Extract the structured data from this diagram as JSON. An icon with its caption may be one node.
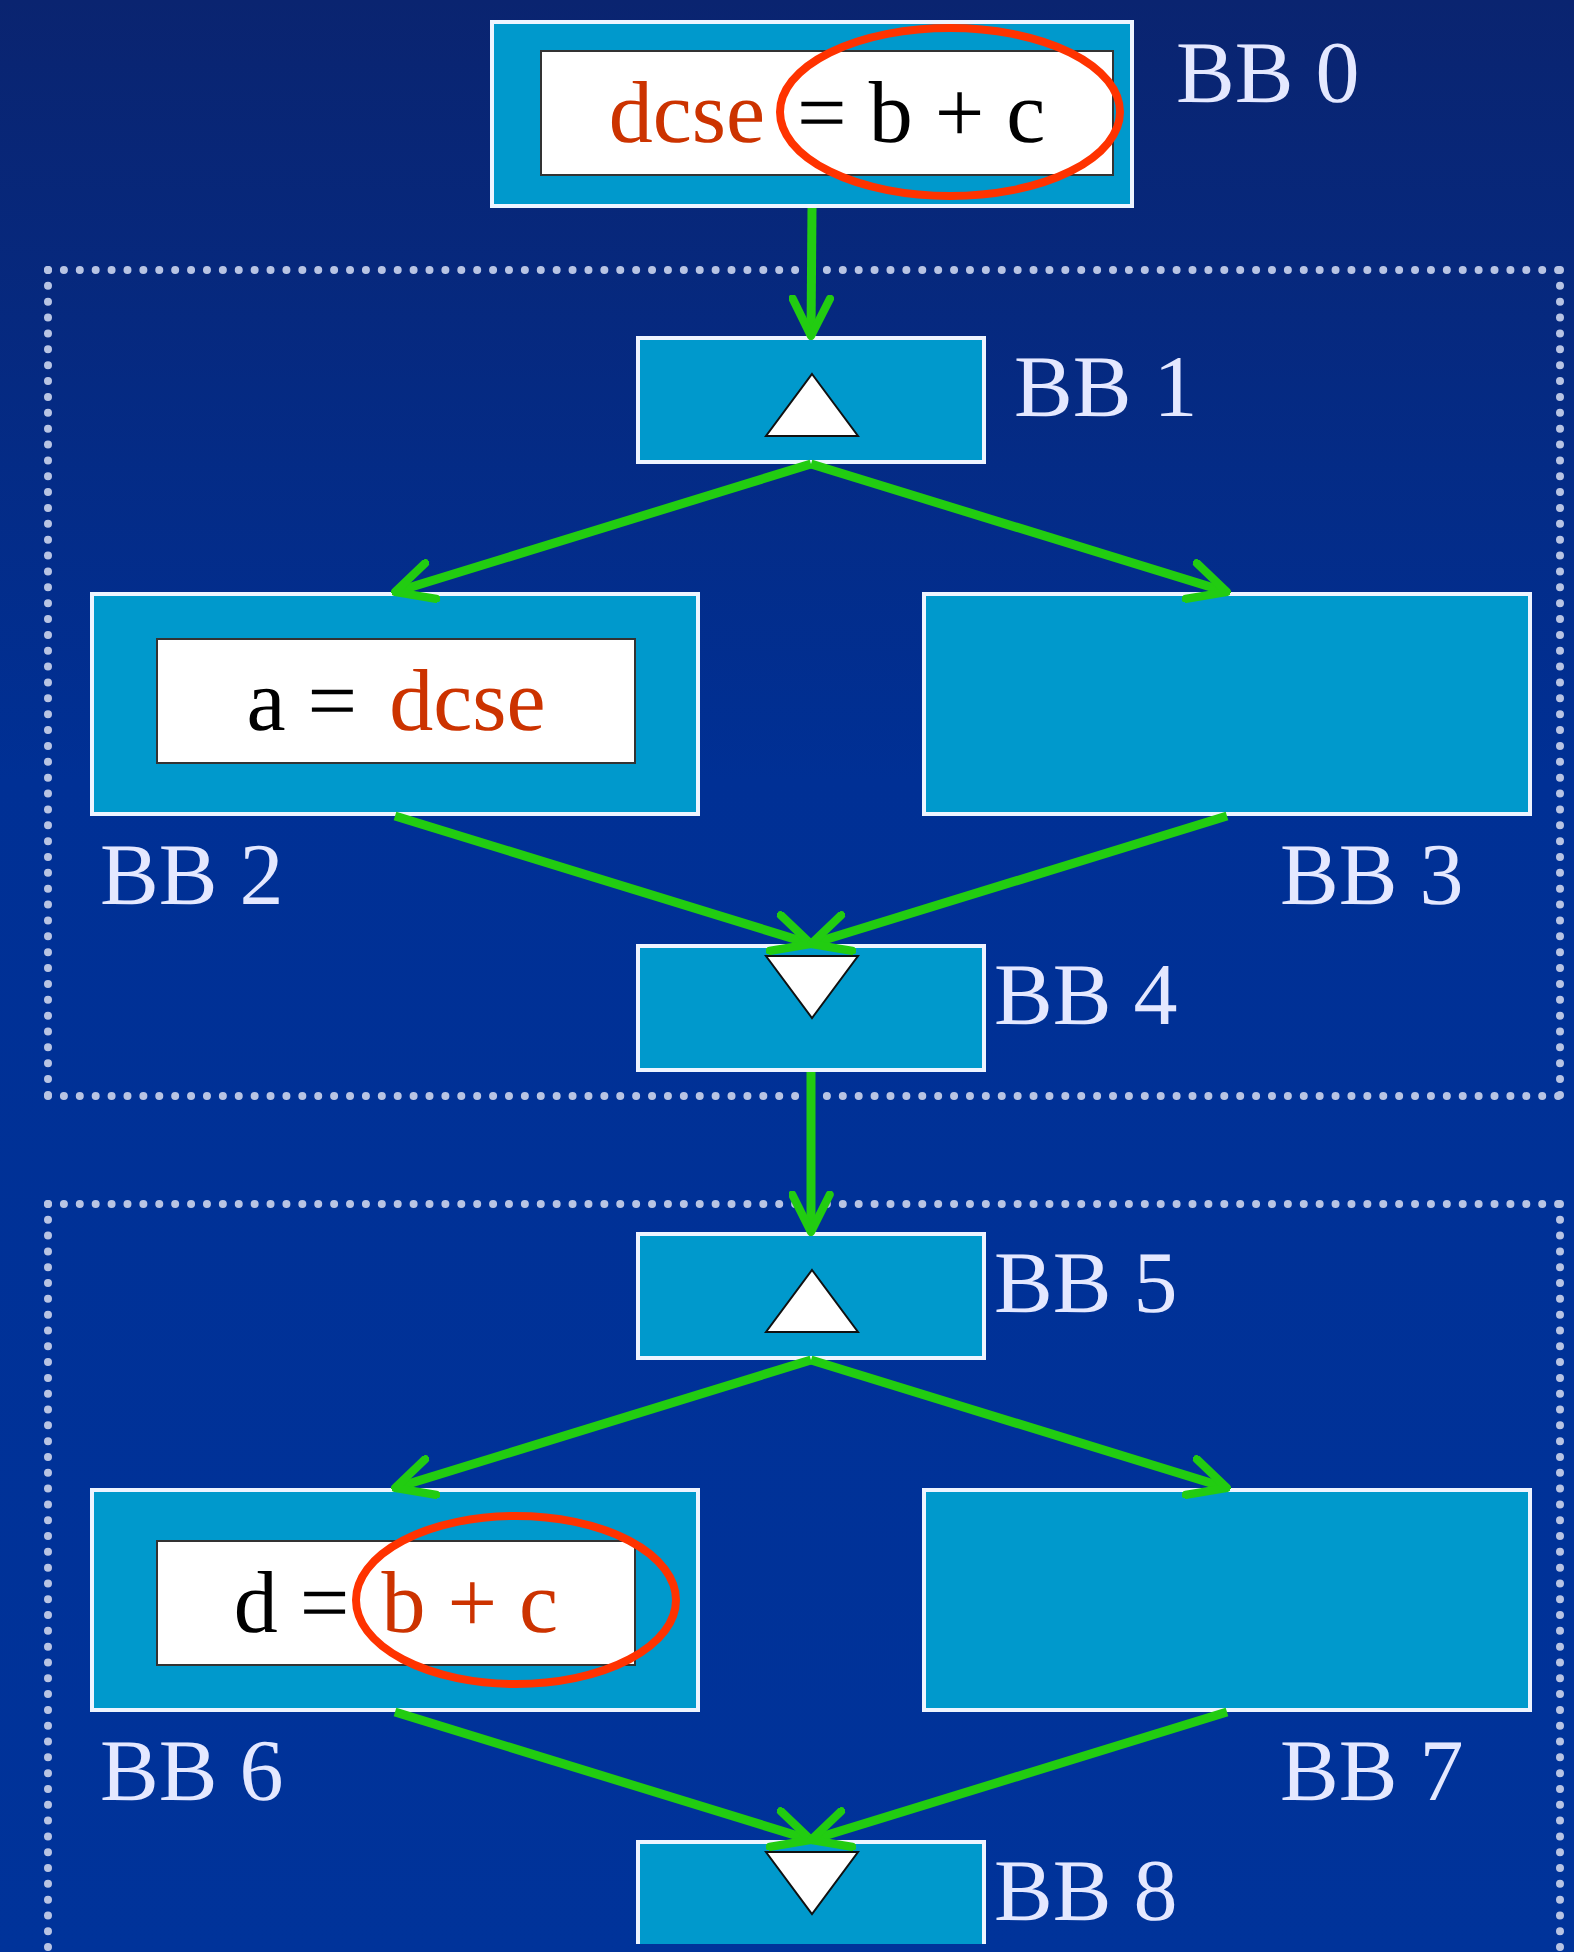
{
  "diagram": {
    "nodes": [
      {
        "text": [
          "dcse",
          "= b + c"
        ],
        "beside": [
          "BB 0"
        ]
      },
      {
        "text": [],
        "shape": "box"
      },
      {
        "text": [],
        "shape": "box",
        "beside": [
          "BB 1"
        ],
        "in": 1
      },
      {
        "text": [
          "a =",
          "dcse"
        ],
        "beside": [
          "BB 2"
        ],
        "in": 1
      },
      {
        "text": [],
        "shape": "box",
        "beside": [
          "BB 3"
        ],
        "in": 1
      },
      {
        "text": [],
        "shape": "box",
        "beside": [
          "BB 4"
        ],
        "in": 1
      },
      {
        "text": [],
        "shape": "box"
      },
      {
        "text": [],
        "shape": "box",
        "beside": [
          "BB 5"
        ],
        "in": 6
      },
      {
        "text": [
          "d =",
          "b + c"
        ],
        "beside": [
          "BB 6"
        ],
        "in": 6
      },
      {
        "text": [],
        "shape": "box",
        "beside": [
          "BB 7"
        ],
        "in": 6
      },
      {
        "text": [],
        "shape": "box",
        "beside": [
          "BB 8"
        ],
        "in": 6
      }
    ],
    "edges": [
      {
        "from": 0,
        "to": 2,
        "arrow": "to"
      },
      {
        "from": 2,
        "to": 3,
        "arrow": "to"
      },
      {
        "from": 2,
        "to": 4,
        "arrow": "to"
      },
      {
        "from": 3,
        "to": 5,
        "arrow": "to"
      },
      {
        "from": 4,
        "to": 5,
        "arrow": "to"
      },
      {
        "from": 5,
        "to": 7,
        "arrow": "to"
      },
      {
        "from": 7,
        "to": 8,
        "arrow": "to"
      },
      {
        "from": 7,
        "to": 9,
        "arrow": "to"
      },
      {
        "from": 8,
        "to": 10,
        "arrow": "to"
      },
      {
        "from": 9,
        "to": 10,
        "arrow": "to"
      }
    ]
  }
}
